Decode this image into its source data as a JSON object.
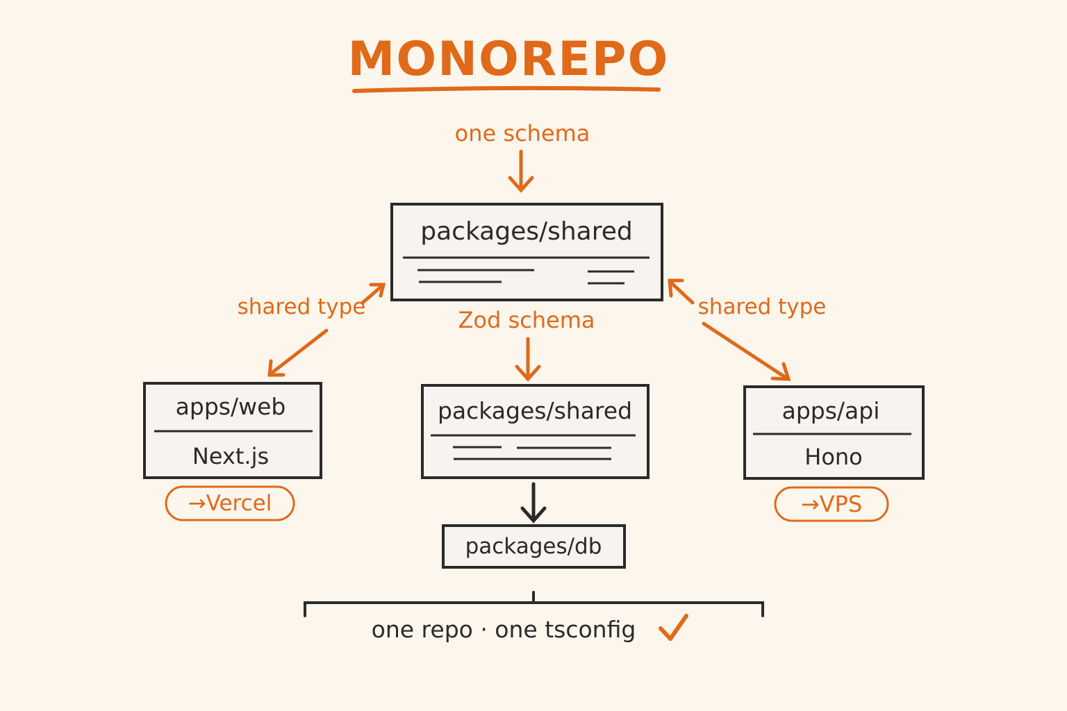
{
  "title": "MONOREPO",
  "top_label": "one schema",
  "shared_top": {
    "title": "packages/shared"
  },
  "left_edge_label": "shared type",
  "right_edge_label": "shared type",
  "middle_edge_label": "Zod schema",
  "web": {
    "title": "apps/web",
    "framework": "Next.js",
    "deploy": "→Vercel"
  },
  "shared_mid": {
    "title": "packages/shared"
  },
  "api": {
    "title": "apps/api",
    "framework": "Hono",
    "deploy": "→VPS"
  },
  "db": {
    "title": "packages/db"
  },
  "footer": "one repo · one tsconfig",
  "check_icon": "checkmark-icon",
  "colors": {
    "accent": "#e0691a",
    "ink": "#2a2a2a",
    "box_fill": "#f7f3ee",
    "background": "#fcf6ec"
  }
}
